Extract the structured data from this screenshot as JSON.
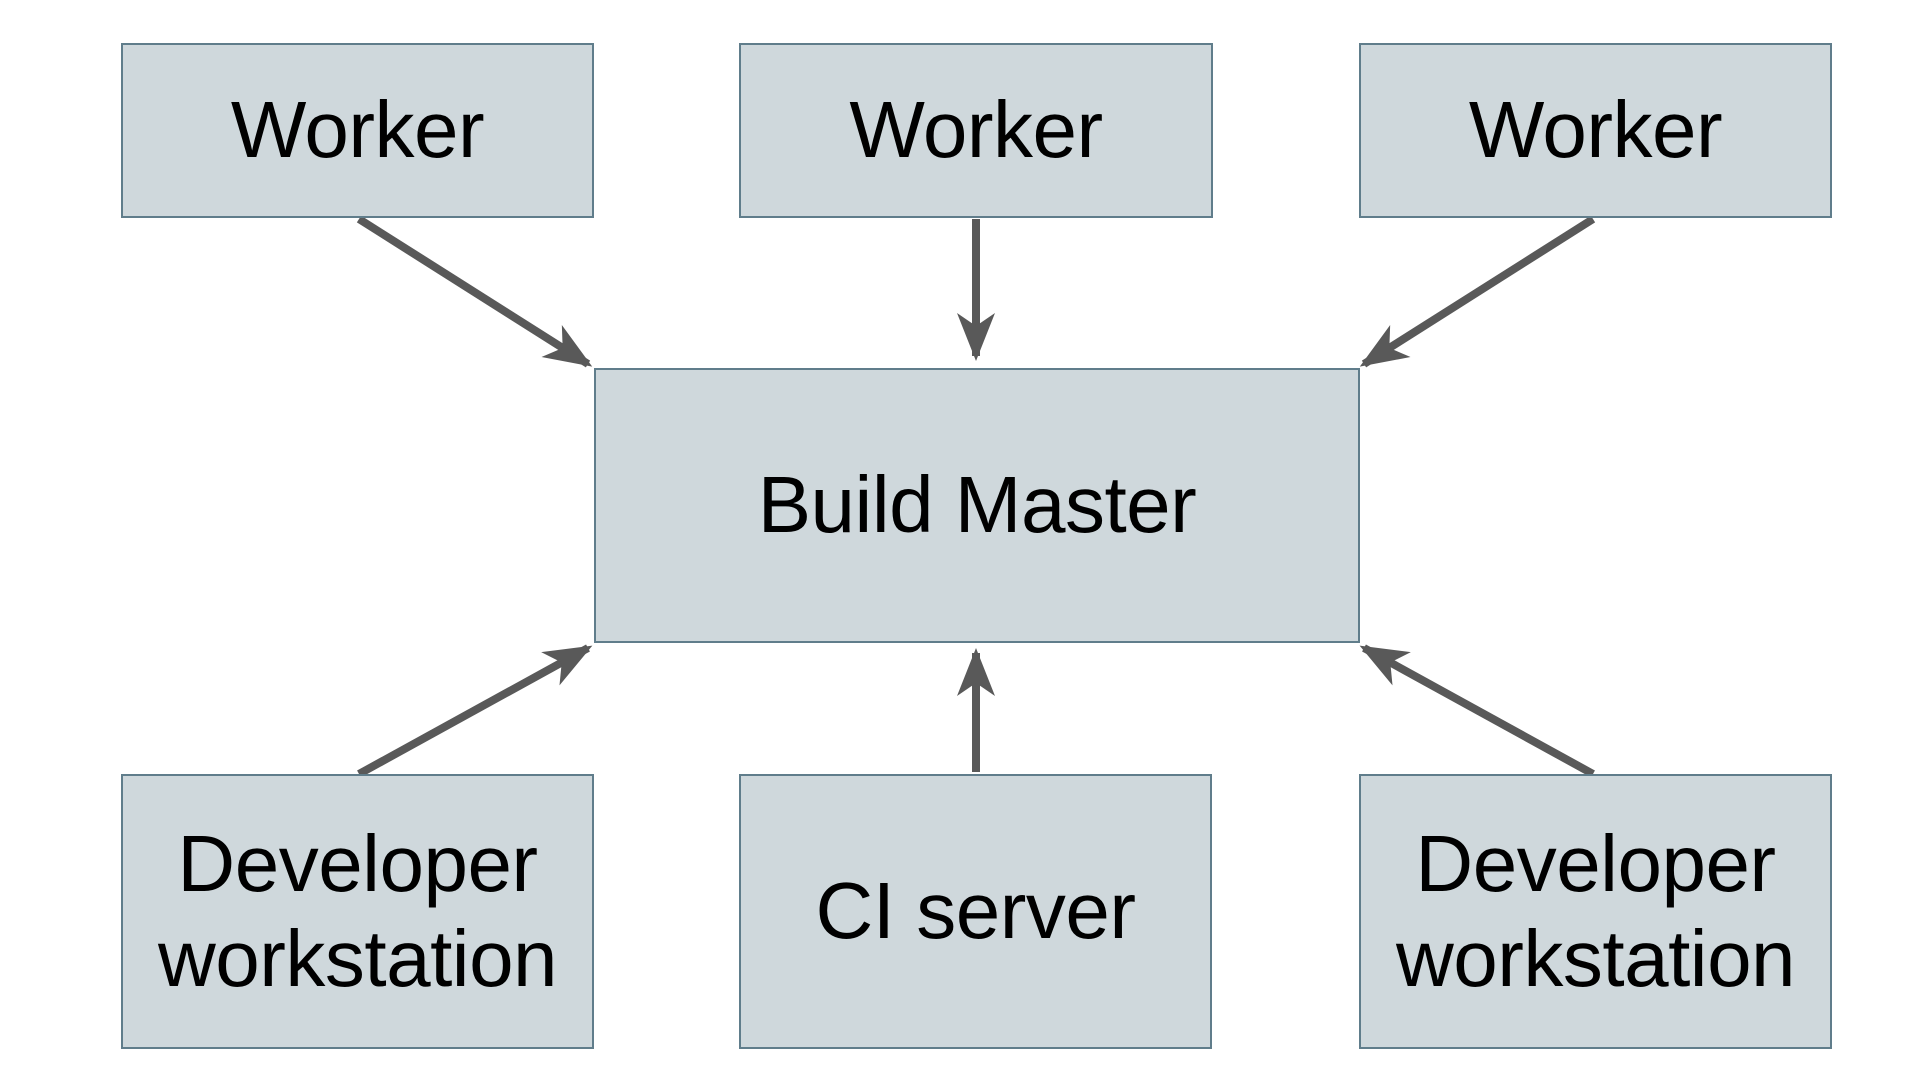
{
  "diagram": {
    "nodes": [
      {
        "id": "worker-1",
        "label": "Worker"
      },
      {
        "id": "worker-2",
        "label": "Worker"
      },
      {
        "id": "worker-3",
        "label": "Worker"
      },
      {
        "id": "build-master",
        "label": "Build Master"
      },
      {
        "id": "developer-workstation-left",
        "label": "Developer workstation"
      },
      {
        "id": "ci-server",
        "label": "CI server"
      },
      {
        "id": "developer-workstation-right",
        "label": "Developer workstation"
      }
    ],
    "edges": [
      {
        "from": "worker-1",
        "to": "build-master",
        "arrow_at": "build-master-top-left"
      },
      {
        "from": "worker-2",
        "to": "build-master",
        "arrow_at": "build-master-top-center"
      },
      {
        "from": "worker-3",
        "to": "build-master",
        "arrow_at": "build-master-top-right"
      },
      {
        "from": "developer-workstation-left",
        "to": "build-master",
        "arrow_at": "build-master-bottom-left"
      },
      {
        "from": "ci-server",
        "to": "build-master",
        "arrow_at": "build-master-bottom-center"
      },
      {
        "from": "developer-workstation-right",
        "to": "build-master",
        "arrow_at": "build-master-bottom-right"
      }
    ],
    "colors": {
      "node_fill": "#cfd8dc",
      "node_border": "#607d8b",
      "arrow": "#595959",
      "label_text": "#000000",
      "background": "#ffffff"
    }
  }
}
